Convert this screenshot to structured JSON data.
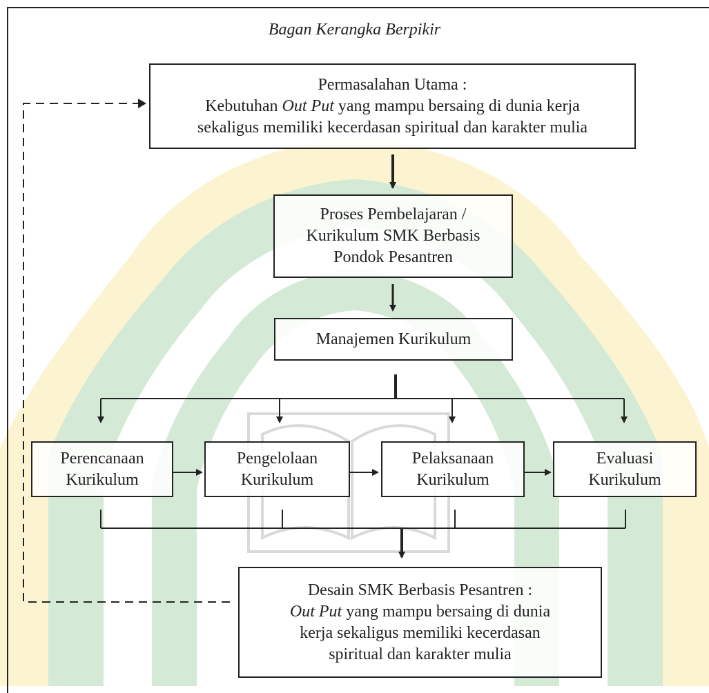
{
  "diagram": {
    "title": "Bagan Kerangka Berpikir",
    "problem": {
      "line1": "Permasalahan Utama :",
      "line2_pre": "Kebutuhan ",
      "line2_em": "Out Put",
      "line2_post": " yang mampu bersaing di dunia kerja",
      "line3": "sekaligus memiliki kecerdasan spiritual dan karakter mulia"
    },
    "process": {
      "line1": "Proses Pembelajaran /",
      "line2": "Kurikulum SMK Berbasis",
      "line3": "Pondok Pesantren"
    },
    "management": {
      "label": "Manajemen Kurikulum"
    },
    "stages": [
      {
        "line1": "Perencanaan",
        "line2": "Kurikulum"
      },
      {
        "line1": "Pengelolaan",
        "line2": "Kurikulum"
      },
      {
        "line1": "Pelaksanaan",
        "line2": "Kurikulum"
      },
      {
        "line1": "Evaluasi",
        "line2": "Kurikulum"
      }
    ],
    "design": {
      "line1": "Desain SMK Berbasis Pesantren :",
      "line2_em": "Out Put",
      "line2_post": " yang mampu bersaing di dunia",
      "line3": "kerja sekaligus memiliki kecerdasan",
      "line4": "spiritual dan karakter mulia"
    }
  },
  "colors": {
    "watermark_green": "#2e9b3a",
    "watermark_yellow": "#f2c81a",
    "line": "#222222"
  }
}
